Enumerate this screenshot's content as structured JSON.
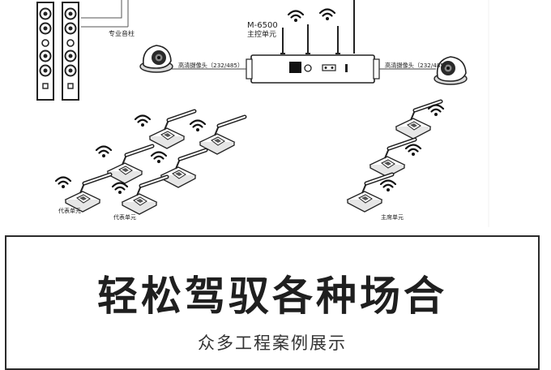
{
  "controller": {
    "model": "M-6500",
    "name": "主控单元"
  },
  "speaker_label": "专业音柱",
  "camera_left_label": "高清摄像头（232/485）",
  "camera_right_label": "高清摄像头（232/485）",
  "delegate_label_1": "代表单元",
  "delegate_label_2": "代表单元",
  "chairman_label": "主席单元",
  "banner": {
    "title": "轻松驾驭各种场合",
    "subtitle": "众多工程案例展示"
  },
  "icons": {
    "wifi": "wifi-icon",
    "camera": "camera-icon",
    "speaker": "speaker-icon",
    "microphone": "microphone-unit-icon",
    "antenna": "antenna-icon"
  }
}
